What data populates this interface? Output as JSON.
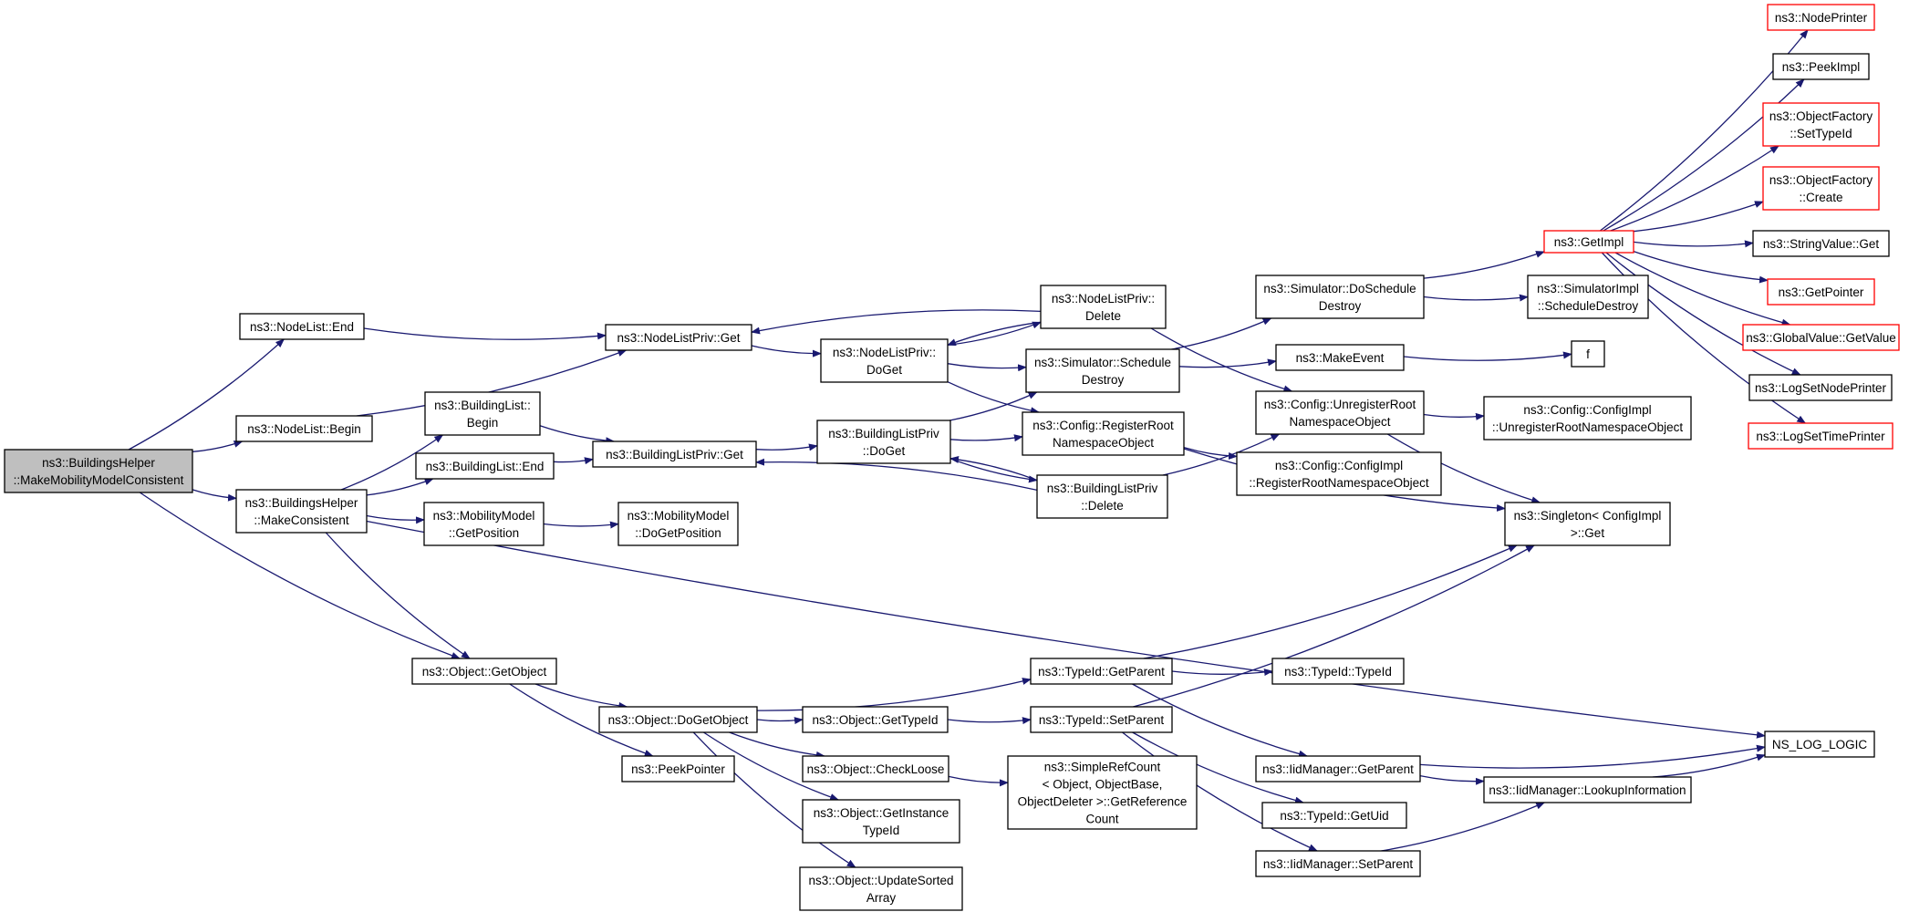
{
  "colors": {
    "edge": "#191970",
    "node_border": "#000000",
    "node_border_truncated": "#ff0000",
    "root_fill": "#bfbfbf",
    "node_fill": "#ffffff",
    "background": "#ffffff"
  },
  "nodes": [
    {
      "id": "root",
      "lines": [
        "ns3::BuildingsHelper",
        "::MakeMobilityModelConsistent"
      ],
      "style": "root"
    },
    {
      "id": "nodelist_end",
      "lines": [
        "ns3::NodeList::End"
      ],
      "style": "normal"
    },
    {
      "id": "nodelist_begin",
      "lines": [
        "ns3::NodeList::Begin"
      ],
      "style": "normal"
    },
    {
      "id": "bh_makeconsistent",
      "lines": [
        "ns3::BuildingsHelper",
        "::MakeConsistent"
      ],
      "style": "normal"
    },
    {
      "id": "object_getobject",
      "lines": [
        "ns3::Object::GetObject"
      ],
      "style": "normal"
    },
    {
      "id": "nlp_get",
      "lines": [
        "ns3::NodeListPriv::Get"
      ],
      "style": "normal"
    },
    {
      "id": "bl_begin",
      "lines": [
        "ns3::BuildingList::",
        "Begin"
      ],
      "style": "normal"
    },
    {
      "id": "bl_end",
      "lines": [
        "ns3::BuildingList::End"
      ],
      "style": "normal"
    },
    {
      "id": "mm_getposition",
      "lines": [
        "ns3::MobilityModel",
        "::GetPosition"
      ],
      "style": "normal"
    },
    {
      "id": "mm_dogetposition",
      "lines": [
        "ns3::MobilityModel",
        "::DoGetPosition"
      ],
      "style": "normal"
    },
    {
      "id": "blp_get",
      "lines": [
        "ns3::BuildingListPriv::Get"
      ],
      "style": "normal"
    },
    {
      "id": "nlp_doget",
      "lines": [
        "ns3::NodeListPriv::",
        "DoGet"
      ],
      "style": "normal"
    },
    {
      "id": "blp_doget",
      "lines": [
        "ns3::BuildingListPriv",
        "::DoGet"
      ],
      "style": "normal"
    },
    {
      "id": "nlp_delete",
      "lines": [
        "ns3::NodeListPriv::",
        "Delete"
      ],
      "style": "normal"
    },
    {
      "id": "sim_schedule_destroy",
      "lines": [
        "ns3::Simulator::Schedule",
        "Destroy"
      ],
      "style": "normal"
    },
    {
      "id": "cfg_register_root",
      "lines": [
        "ns3::Config::RegisterRoot",
        "NamespaceObject"
      ],
      "style": "normal"
    },
    {
      "id": "blp_delete",
      "lines": [
        "ns3::BuildingListPriv",
        "::Delete"
      ],
      "style": "normal"
    },
    {
      "id": "sim_doschedule_destroy",
      "lines": [
        "ns3::Simulator::DoSchedule",
        "Destroy"
      ],
      "style": "normal"
    },
    {
      "id": "make_event",
      "lines": [
        "ns3::MakeEvent"
      ],
      "style": "normal"
    },
    {
      "id": "cfg_unregister_root",
      "lines": [
        "ns3::Config::UnregisterRoot",
        "NamespaceObject"
      ],
      "style": "normal"
    },
    {
      "id": "cfgimpl_register",
      "lines": [
        "ns3::Config::ConfigImpl",
        "::RegisterRootNamespaceObject"
      ],
      "style": "normal"
    },
    {
      "id": "f",
      "lines": [
        "f"
      ],
      "style": "normal"
    },
    {
      "id": "simimpl_scheduledestroy",
      "lines": [
        "ns3::SimulatorImpl",
        "::ScheduleDestroy"
      ],
      "style": "normal"
    },
    {
      "id": "cfgimpl_unregister",
      "lines": [
        "ns3::Config::ConfigImpl",
        "::UnregisterRootNamespaceObject"
      ],
      "style": "normal"
    },
    {
      "id": "singleton_get",
      "lines": [
        "ns3::Singleton< ConfigImpl",
        " >::Get"
      ],
      "style": "normal"
    },
    {
      "id": "getimpl",
      "lines": [
        "ns3::GetImpl"
      ],
      "style": "truncated"
    },
    {
      "id": "nodeprinter",
      "lines": [
        "ns3::NodePrinter"
      ],
      "style": "truncated"
    },
    {
      "id": "peekimpl",
      "lines": [
        "ns3::PeekImpl"
      ],
      "style": "normal"
    },
    {
      "id": "of_settypeid",
      "lines": [
        "ns3::ObjectFactory",
        "::SetTypeId"
      ],
      "style": "truncated"
    },
    {
      "id": "of_create",
      "lines": [
        "ns3::ObjectFactory",
        "::Create"
      ],
      "style": "truncated"
    },
    {
      "id": "stringvalue_get",
      "lines": [
        "ns3::StringValue::Get"
      ],
      "style": "normal"
    },
    {
      "id": "getpointer",
      "lines": [
        "ns3::GetPointer"
      ],
      "style": "truncated"
    },
    {
      "id": "globalvalue_getvalue",
      "lines": [
        "ns3::GlobalValue::GetValue"
      ],
      "style": "truncated"
    },
    {
      "id": "logsetnodeprinter",
      "lines": [
        "ns3::LogSetNodePrinter"
      ],
      "style": "normal"
    },
    {
      "id": "logsettimeprinter",
      "lines": [
        "ns3::LogSetTimePrinter"
      ],
      "style": "truncated"
    },
    {
      "id": "object_dogetobject",
      "lines": [
        "ns3::Object::DoGetObject"
      ],
      "style": "normal"
    },
    {
      "id": "peekpointer",
      "lines": [
        "ns3::PeekPointer"
      ],
      "style": "normal"
    },
    {
      "id": "object_gettypeid",
      "lines": [
        "ns3::Object::GetTypeId"
      ],
      "style": "normal"
    },
    {
      "id": "object_checkloose",
      "lines": [
        "ns3::Object::CheckLoose"
      ],
      "style": "normal"
    },
    {
      "id": "object_getinstancetypeid",
      "lines": [
        "ns3::Object::GetInstance",
        "TypeId"
      ],
      "style": "normal"
    },
    {
      "id": "object_updatesortedarray",
      "lines": [
        "ns3::Object::UpdateSorted",
        "Array"
      ],
      "style": "normal"
    },
    {
      "id": "typeid_getparent",
      "lines": [
        "ns3::TypeId::GetParent"
      ],
      "style": "normal"
    },
    {
      "id": "typeid_setparent",
      "lines": [
        "ns3::TypeId::SetParent"
      ],
      "style": "normal"
    },
    {
      "id": "simplerefcount",
      "lines": [
        "ns3::SimpleRefCount",
        "< Object, ObjectBase,",
        "ObjectDeleter >::GetReference",
        "Count"
      ],
      "style": "normal"
    },
    {
      "id": "typeid_typeid",
      "lines": [
        "ns3::TypeId::TypeId"
      ],
      "style": "normal"
    },
    {
      "id": "iidmanager_getparent",
      "lines": [
        "ns3::IidManager::GetParent"
      ],
      "style": "normal"
    },
    {
      "id": "typeid_getuid",
      "lines": [
        "ns3::TypeId::GetUid"
      ],
      "style": "normal"
    },
    {
      "id": "iidmanager_setparent",
      "lines": [
        "ns3::IidManager::SetParent"
      ],
      "style": "normal"
    },
    {
      "id": "iidmanager_lookupinformation",
      "lines": [
        "ns3::IidManager::LookupInformation"
      ],
      "style": "normal"
    },
    {
      "id": "ns_log_logic",
      "lines": [
        "NS_LOG_LOGIC"
      ],
      "style": "normal"
    }
  ],
  "edges": [
    [
      "root",
      "nodelist_end"
    ],
    [
      "root",
      "nodelist_begin"
    ],
    [
      "root",
      "bh_makeconsistent"
    ],
    [
      "root",
      "object_getobject"
    ],
    [
      "nodelist_end",
      "nlp_get"
    ],
    [
      "nodelist_begin",
      "nlp_get"
    ],
    [
      "bh_makeconsistent",
      "bl_begin"
    ],
    [
      "bh_makeconsistent",
      "bl_end"
    ],
    [
      "bh_makeconsistent",
      "mm_getposition"
    ],
    [
      "bh_makeconsistent",
      "object_getobject"
    ],
    [
      "bh_makeconsistent",
      "ns_log_logic"
    ],
    [
      "bl_begin",
      "blp_get"
    ],
    [
      "bl_end",
      "blp_get"
    ],
    [
      "mm_getposition",
      "mm_dogetposition"
    ],
    [
      "nlp_get",
      "nlp_doget"
    ],
    [
      "blp_get",
      "blp_doget"
    ],
    [
      "nlp_doget",
      "nlp_delete"
    ],
    [
      "nlp_doget",
      "sim_schedule_destroy"
    ],
    [
      "nlp_doget",
      "cfg_register_root"
    ],
    [
      "nlp_delete",
      "nlp_get"
    ],
    [
      "nlp_delete",
      "nlp_doget"
    ],
    [
      "nlp_delete",
      "cfg_unregister_root"
    ],
    [
      "blp_doget",
      "sim_schedule_destroy"
    ],
    [
      "blp_doget",
      "cfg_register_root"
    ],
    [
      "blp_doget",
      "blp_delete"
    ],
    [
      "blp_delete",
      "blp_get"
    ],
    [
      "blp_delete",
      "blp_doget"
    ],
    [
      "blp_delete",
      "cfg_unregister_root"
    ],
    [
      "sim_schedule_destroy",
      "sim_doschedule_destroy"
    ],
    [
      "sim_schedule_destroy",
      "make_event"
    ],
    [
      "sim_doschedule_destroy",
      "getimpl"
    ],
    [
      "sim_doschedule_destroy",
      "simimpl_scheduledestroy"
    ],
    [
      "make_event",
      "f"
    ],
    [
      "cfg_register_root",
      "cfgimpl_register"
    ],
    [
      "cfg_register_root",
      "singleton_get"
    ],
    [
      "cfg_unregister_root",
      "cfgimpl_unregister"
    ],
    [
      "cfg_unregister_root",
      "singleton_get"
    ],
    [
      "getimpl",
      "nodeprinter"
    ],
    [
      "getimpl",
      "peekimpl"
    ],
    [
      "getimpl",
      "of_settypeid"
    ],
    [
      "getimpl",
      "of_create"
    ],
    [
      "getimpl",
      "stringvalue_get"
    ],
    [
      "getimpl",
      "getpointer"
    ],
    [
      "getimpl",
      "globalvalue_getvalue"
    ],
    [
      "getimpl",
      "logsetnodeprinter"
    ],
    [
      "getimpl",
      "logsettimeprinter"
    ],
    [
      "object_getobject",
      "object_dogetobject"
    ],
    [
      "object_getobject",
      "peekpointer"
    ],
    [
      "object_dogetobject",
      "typeid_getparent"
    ],
    [
      "object_dogetobject",
      "object_gettypeid"
    ],
    [
      "object_dogetobject",
      "object_checkloose"
    ],
    [
      "object_dogetobject",
      "object_getinstancetypeid"
    ],
    [
      "object_dogetobject",
      "object_updatesortedarray"
    ],
    [
      "object_gettypeid",
      "typeid_setparent"
    ],
    [
      "object_checkloose",
      "simplerefcount"
    ],
    [
      "typeid_getparent",
      "singleton_get"
    ],
    [
      "typeid_getparent",
      "typeid_typeid"
    ],
    [
      "typeid_getparent",
      "iidmanager_getparent"
    ],
    [
      "typeid_setparent",
      "singleton_get"
    ],
    [
      "typeid_setparent",
      "typeid_getuid"
    ],
    [
      "typeid_setparent",
      "iidmanager_setparent"
    ],
    [
      "iidmanager_getparent",
      "ns_log_logic"
    ],
    [
      "iidmanager_getparent",
      "iidmanager_lookupinformation"
    ],
    [
      "iidmanager_setparent",
      "iidmanager_lookupinformation"
    ],
    [
      "iidmanager_lookupinformation",
      "ns_log_logic"
    ]
  ]
}
